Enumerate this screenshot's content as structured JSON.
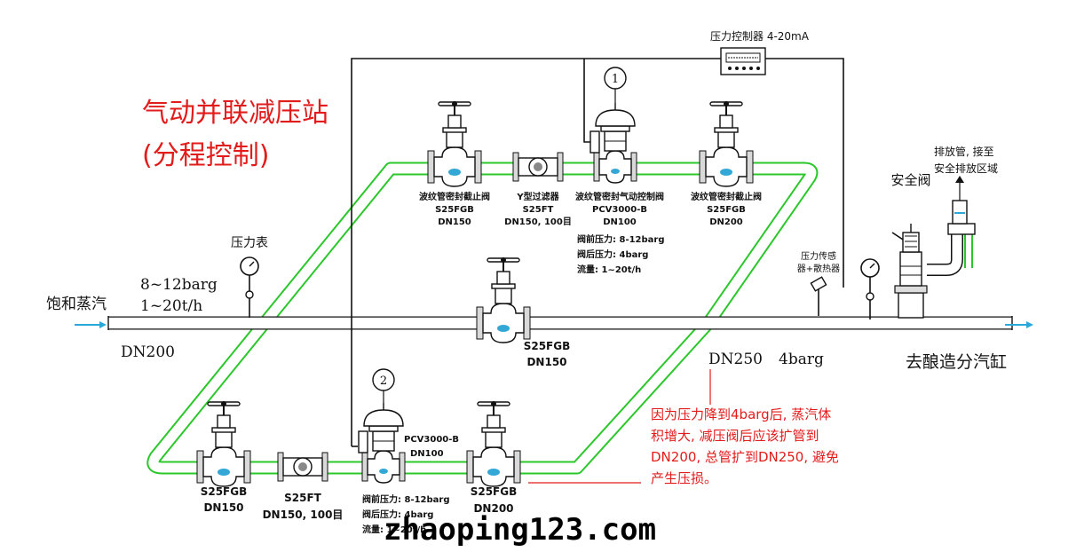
{
  "title": {
    "line1": "气动并联减压站",
    "line2": "(分程控制)"
  },
  "inlet": {
    "label": "饱和蒸汽",
    "cond1": "8~12barg",
    "cond2": "1~20t/h",
    "size": "DN200"
  },
  "outlet": {
    "size": "DN250",
    "pressure": "4barg",
    "label": "去酿造分汽缸"
  },
  "gauge_inlet_label": "压力表",
  "controller_label": "压力控制器 4-20mA",
  "sensor_label": {
    "line1": "压力传感",
    "line2": "器+散热器"
  },
  "safety_valve_label": "安全阀",
  "vent_label": {
    "line1": "排放管, 接至",
    "line2": "安全排放区域"
  },
  "upper": {
    "valve1": {
      "name": "波纹管密封截止阀",
      "model": "S25FGB",
      "size": "DN150"
    },
    "filter": {
      "name": "Y型过滤器",
      "model": "S25FT",
      "size": "DN150, 100目"
    },
    "control": {
      "tag": "1",
      "name": "波纹管密封气动控制阀",
      "model": "PCV3000-B",
      "size": "DN100",
      "p_before": "阀前压力: 8-12barg",
      "p_after": "阀后压力: 4barg",
      "flow": "流量: 1~20t/h"
    },
    "valve2": {
      "name": "波纹管密封截止阀",
      "model": "S25FGB",
      "size": "DN200"
    }
  },
  "bypass": {
    "model": "S25FGB",
    "size": "DN150"
  },
  "lower": {
    "valve1": {
      "model": "S25FGB",
      "size": "DN150"
    },
    "filter": {
      "model": "S25FT",
      "size": "DN150, 100目"
    },
    "control": {
      "tag": "2",
      "model": "PCV3000-B",
      "size": "DN100",
      "p_before": "阀前压力: 8-12barg",
      "p_after": "阀后压力: 4barg",
      "flow": "流量: 1~20t/h"
    },
    "valve2": {
      "model": "S25FGB",
      "size": "DN200"
    }
  },
  "note": {
    "line1": "因为压力降到4barg后, 蒸汽体",
    "line2": "积增大, 减压阀后应该扩管到",
    "line3": "DN200, 总管扩到DN250, 避免",
    "line4": "产生压损。"
  },
  "watermark": "zhaoping123.com",
  "colors": {
    "pipe": "#2bc72b",
    "water": "#33a8d6",
    "title": "#e21b1b"
  }
}
